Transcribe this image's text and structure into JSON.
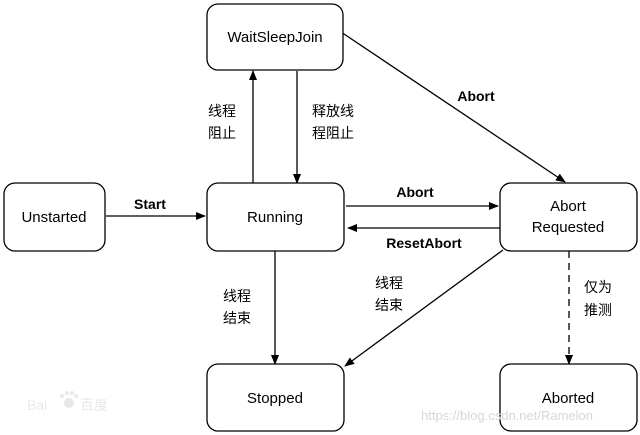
{
  "nodes": {
    "waitsleepjoin": "WaitSleepJoin",
    "unstarted": "Unstarted",
    "running": "Running",
    "abort_requested_line1": "Abort",
    "abort_requested_line2": "Requested",
    "stopped": "Stopped",
    "aborted": "Aborted"
  },
  "edges": {
    "start": "Start",
    "abort_top": "Abort",
    "abort_mid": "Abort",
    "reset_abort": "ResetAbort",
    "thread_block_l1": "线程",
    "thread_block_l2": "阻止",
    "release_block_l1": "释放线",
    "release_block_l2": "程阻止",
    "thread_end_left_l1": "线程",
    "thread_end_left_l2": "结束",
    "thread_end_right_l1": "线程",
    "thread_end_right_l2": "结束",
    "guess_only_l1": "仅为",
    "guess_only_l2": "推测"
  },
  "watermark": {
    "text": "https://blog.csdn.net/Ramelon"
  },
  "colors": {
    "stroke": "#000000",
    "watermark": "#d6d6d6"
  }
}
